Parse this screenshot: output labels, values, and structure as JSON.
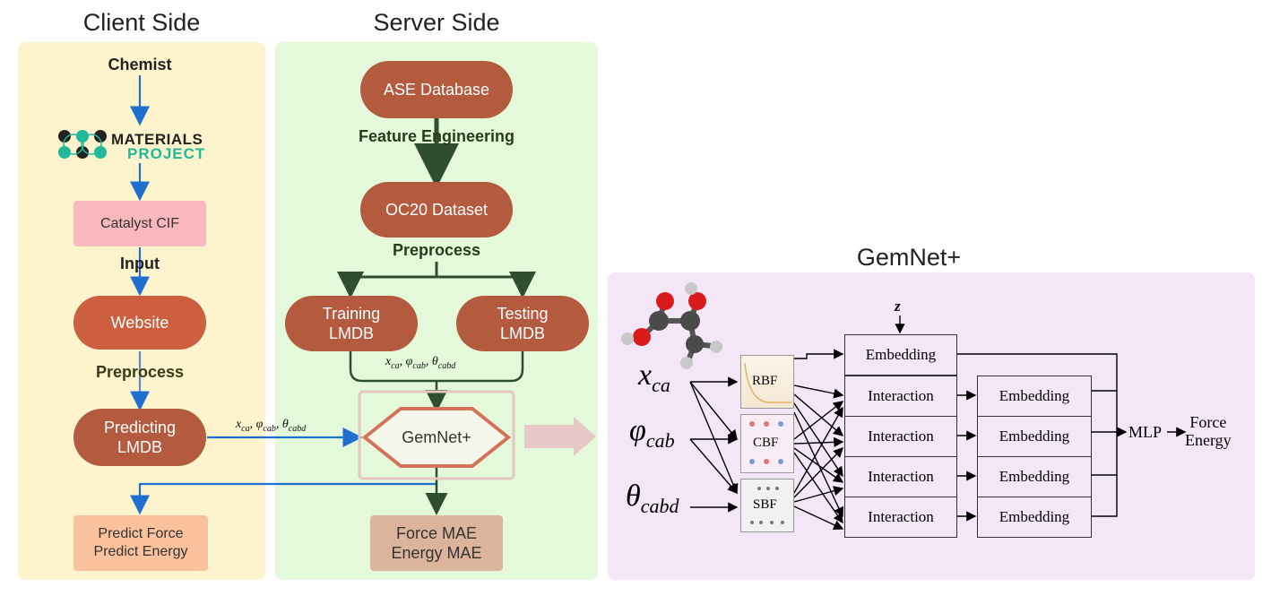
{
  "titles": {
    "client": "Client Side",
    "server": "Server Side",
    "gemnet": "GemNet+"
  },
  "client": {
    "chemist": "Chemist",
    "mp_logo_line1": "MATERIALS",
    "mp_logo_line2": "PROJECT",
    "catalyst": "Catalyst CIF",
    "input": "Input",
    "website": "Website",
    "preprocess": "Preprocess",
    "predicting_line1": "Predicting",
    "predicting_line2": "LMDB",
    "predict_force": "Predict Force",
    "predict_energy": "Predict Energy"
  },
  "server": {
    "ase": "ASE Database",
    "feature_eng": "Feature Engineering",
    "oc20": "OC20 Dataset",
    "preprocess": "Preprocess",
    "training_line1": "Training",
    "training_line2": "LMDB",
    "testing_line1": "Testing",
    "testing_line2": "LMDB",
    "gemnet": "GemNet+",
    "force_mae": "Force MAE",
    "energy_mae": "Energy MAE"
  },
  "features": {
    "x": "x",
    "x_sub": "ca",
    "phi": "φ",
    "phi_sub": "cab",
    "theta": "θ",
    "theta_sub": "cabd"
  },
  "gemnet": {
    "z": "z",
    "rbf": "RBF",
    "cbf": "CBF",
    "sbf": "SBF",
    "embedding": "Embedding",
    "interaction": "Interaction",
    "mlp": "MLP",
    "force": "Force",
    "energy": "Energy"
  },
  "colors": {
    "client_bg": "#fdf3cc",
    "server_bg": "#e3f9da",
    "gemnet_bg": "#f2e6f7",
    "pill_brown": "#b35a3f",
    "pill_orange": "#cc5f3f",
    "catalyst_pink": "#f8b8bd",
    "predict_peach": "#f9c29c",
    "mae_tan": "#dcb49b",
    "blue_arrow": "#1f6fd1",
    "dark_green": "#2f4d2f"
  }
}
